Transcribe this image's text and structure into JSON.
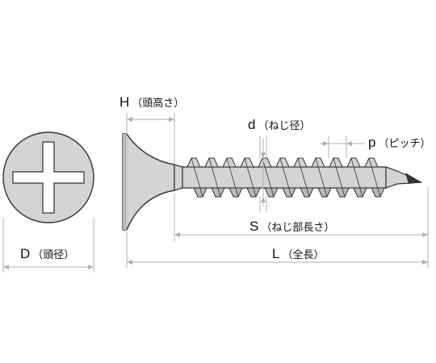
{
  "labels": {
    "H": {
      "symbol": "H",
      "desc": "（頭高さ）"
    },
    "d": {
      "symbol": "d",
      "desc": "（ねじ径）"
    },
    "p": {
      "symbol": "p",
      "desc": "（ピッチ）"
    },
    "S": {
      "symbol": "S",
      "desc": "（ねじ部長さ）"
    },
    "L": {
      "symbol": "L",
      "desc": "（全長）"
    },
    "D": {
      "symbol": "D",
      "desc": "（頭径）"
    }
  },
  "colors": {
    "metal": "#d4d4d4",
    "metal_shade": "#b9b9b9",
    "outline": "#333333",
    "dimension": "#b0b0b0"
  }
}
